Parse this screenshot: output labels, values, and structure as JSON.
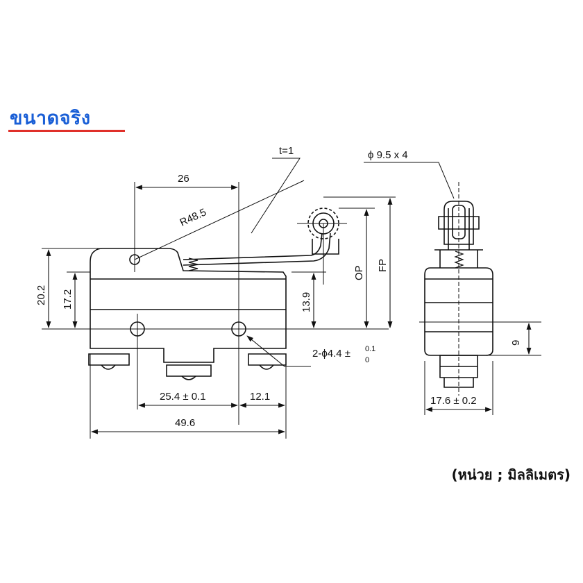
{
  "title": "ขนาดจริง",
  "unit_note": "(หน่วย ; มิลลิเมตร)",
  "colors": {
    "title": "#1a5fd6",
    "underline": "#e0302a",
    "ink": "#111111"
  },
  "dimensions": {
    "lever_thickness": "t=1",
    "roller": "ϕ 9.5 x 4",
    "top_width": "26",
    "radius": "R48.5",
    "op": "OP",
    "fp": "FP",
    "total_height": "20.2",
    "body_height": "17.2",
    "mount_height": "13.9",
    "holes": "2-ϕ4.4 ±",
    "holes_tol_upper": "0.1",
    "holes_tol_lower": "0",
    "hole_pitch": "25.4 ± 0.1",
    "hole_to_edge": "12.1",
    "total_length": "49.6",
    "side_offset": "9",
    "side_width": "17.6 ± 0.2"
  }
}
